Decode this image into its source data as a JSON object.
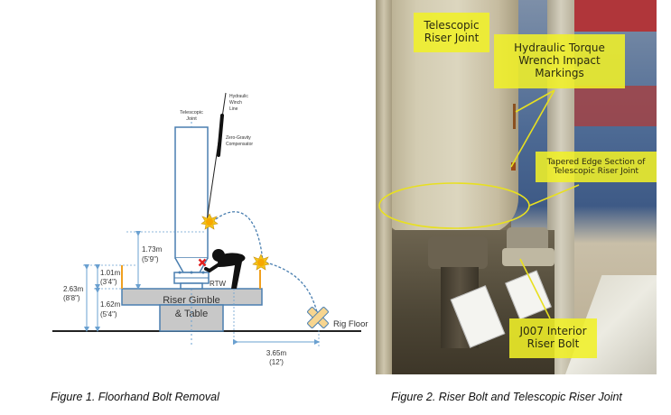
{
  "figure1": {
    "caption": "Figure 1. Floorhand Bolt Removal",
    "labels": {
      "telescopic_joint_line1": "Telescopic",
      "telescopic_joint_line2": "Joint",
      "winch_line1": "Hydraulic",
      "winch_line2": "Winch",
      "winch_line3": "Line",
      "compensator_line1": "Zero-Gravity",
      "compensator_line2": "Compensator",
      "rtw": "RTW",
      "gimble_line1": "Riser Gimble",
      "gimble_line2": "& Table",
      "rig_floor": "Rig Floor"
    },
    "dimensions": {
      "height_above_table_m": "1.73m",
      "height_above_table_ft": "(5'9\")",
      "work_height_m": "1.01m",
      "work_height_ft": "(3'4\")",
      "table_height_m": "1.62m",
      "table_height_ft": "(5'4\")",
      "total_height_m": "2.63m",
      "total_height_ft": "(8'8\")",
      "horizontal_distance_m": "3.65m",
      "horizontal_distance_ft": "(12')"
    },
    "colors": {
      "outline": "#4a7fb0",
      "dim_line": "#6aa0d0",
      "table_fill": "#c8c8c8",
      "impact_star": "#f5c518",
      "landing_x": "#f7d590",
      "marker_orange": "#f0a020",
      "hazard_x": "#e02020"
    }
  },
  "figure2": {
    "caption": "Figure 2. Riser Bolt and Telescopic Riser Joint",
    "callouts": {
      "telescopic_riser_joint": "Telescopic Riser Joint",
      "impact_markings": "Hydraulic Torque Wrench Impact Markings",
      "tapered_edge": "Tapered Edge Section of Telescopic Riser Joint",
      "interior_bolt": "J007 Interior Riser Bolt"
    },
    "colors": {
      "callout_fill": "#f0f028",
      "callout_line": "#e8e020"
    }
  }
}
